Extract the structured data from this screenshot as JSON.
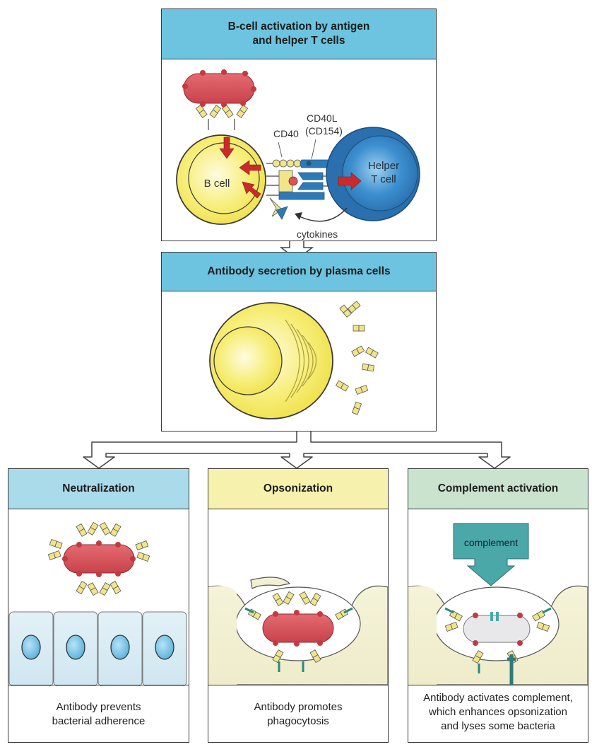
{
  "panels": {
    "activation": {
      "title_line1": "B-cell activation by antigen",
      "title_line2": "and helper T cells",
      "labels": {
        "b_cell": "B cell",
        "helper_line1": "Helper",
        "helper_line2": "T cell",
        "cd40": "CD40",
        "cd40l_line1": "CD40L",
        "cd40l_line2": "(CD154)",
        "cytokines": "cytokines"
      }
    },
    "secretion": {
      "title": "Antibody secretion by plasma cells"
    },
    "neutralization": {
      "title": "Neutralization",
      "caption_line1": "Antibody prevents",
      "caption_line2": "bacterial adherence"
    },
    "opsonization": {
      "title": "Opsonization",
      "caption_line1": "Antibody promotes",
      "caption_line2": "phagocytosis"
    },
    "complement": {
      "title": "Complement activation",
      "box_label": "complement",
      "caption_line1": "Antibody activates complement,",
      "caption_line2": "which enhances opsonization",
      "caption_line3": "and lyses some bacteria"
    }
  },
  "colors": {
    "header_blue": "#6cc4e0",
    "header_light_blue": "#a9dbeb",
    "header_yellow": "#f6f2ad",
    "header_green": "#c9e3cf",
    "b_cell_yellow": "#f4ea5a",
    "helper_t_blue": "#2e7ab8",
    "bacterium_red": "#d9545c",
    "antibody_yellow": "#f1e58a",
    "complement_teal": "#4aa8a8",
    "arrow_red": "#cc2a2a"
  }
}
